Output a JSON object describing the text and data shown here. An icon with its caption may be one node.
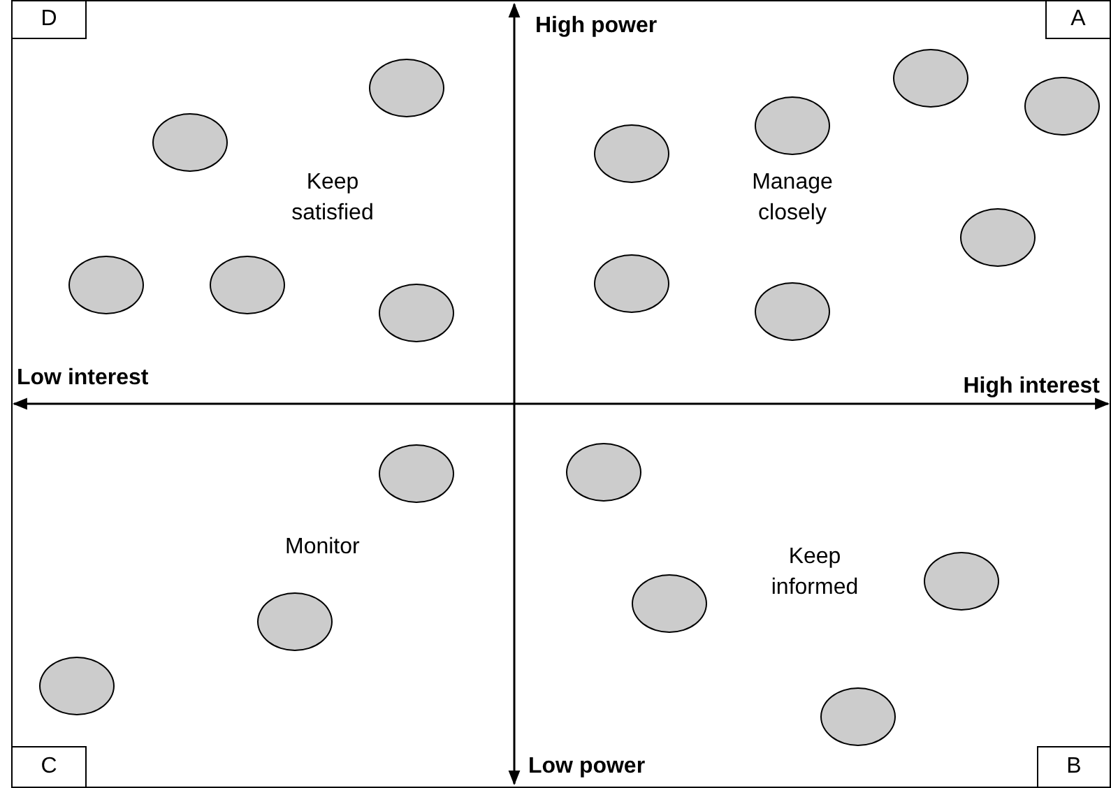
{
  "diagram": {
    "nodes": [
      {
        "text": [
          "D"
        ]
      },
      {
        "text": [
          "A"
        ]
      },
      {
        "text": [
          "C"
        ]
      },
      {
        "text": [
          "B"
        ]
      },
      {
        "text": [],
        "shape": "ellipse"
      },
      {
        "text": [],
        "shape": "ellipse"
      },
      {
        "text": [],
        "shape": "ellipse"
      },
      {
        "text": [],
        "shape": "ellipse"
      },
      {
        "text": [],
        "shape": "ellipse"
      },
      {
        "text": [],
        "shape": "ellipse"
      },
      {
        "text": [],
        "shape": "ellipse"
      },
      {
        "text": [],
        "shape": "ellipse"
      },
      {
        "text": [],
        "shape": "ellipse"
      },
      {
        "text": [],
        "shape": "ellipse"
      },
      {
        "text": [],
        "shape": "ellipse"
      },
      {
        "text": [],
        "shape": "ellipse"
      },
      {
        "text": [],
        "shape": "ellipse"
      },
      {
        "text": [],
        "shape": "ellipse"
      },
      {
        "text": [],
        "shape": "ellipse"
      },
      {
        "text": [],
        "shape": "ellipse"
      },
      {
        "text": [],
        "shape": "ellipse"
      },
      {
        "text": [],
        "shape": "ellipse"
      },
      {
        "text": [],
        "shape": "ellipse"
      }
    ],
    "labels": [
      "High power",
      "Keep satisfied",
      "Manage closely",
      "Low interest",
      "High interest",
      "Monitor",
      "Keep informed",
      "Low power"
    ]
  }
}
